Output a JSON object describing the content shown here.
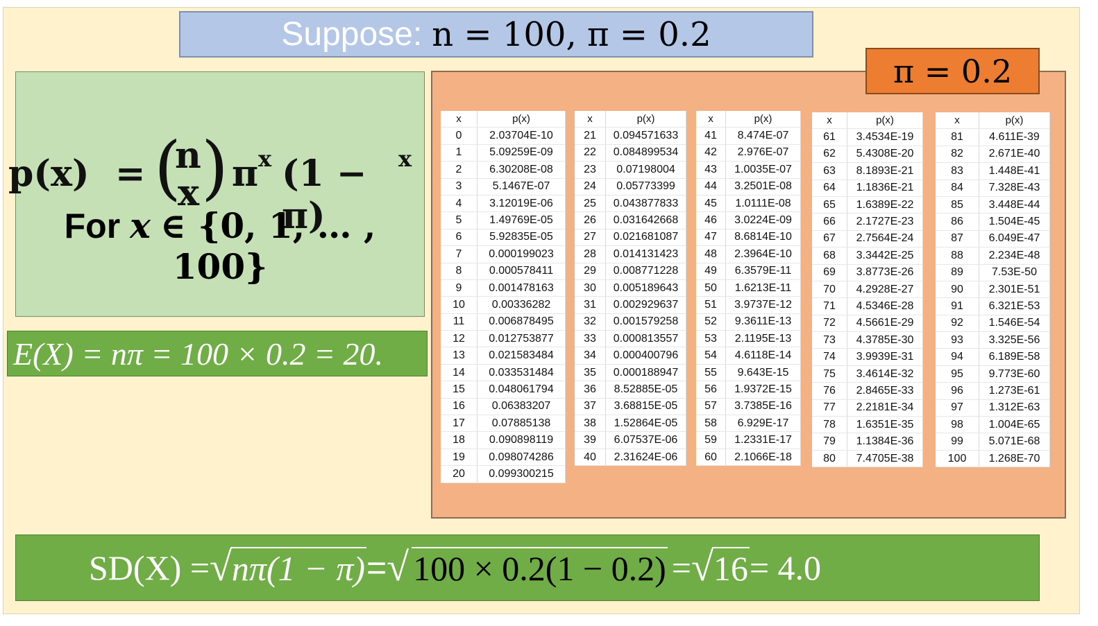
{
  "title": {
    "label": "Suppose:",
    "math": "n = 100, π = 0.2"
  },
  "pi_label": "π = 0.2",
  "formula": {
    "lhs": "p(x)",
    "eq": "=",
    "binom_top": "n",
    "binom_bottom": "x",
    "term1": "π",
    "exp1": "x",
    "term2": "(1 − π)",
    "exp2": "x",
    "domain_prefix": "For",
    "domain_var": "x",
    "domain_set": "∈ {0, 1, … , 100}"
  },
  "expected_value": "E(X)  =  nπ  =  100 × 0.2  =  20.",
  "sd": {
    "lhs": "SD(X)  = ",
    "rad1": "nπ(1 − π)",
    "eq": "=",
    "rad2": "100 × 0.2(1 − 0.2)",
    "mid": " = ",
    "rad3": "16",
    "end": " = 4.0"
  },
  "table_headers": {
    "x": "x",
    "px": "p(x)"
  },
  "tables": [
    {
      "rows": [
        [
          "0",
          "2.03704E-10"
        ],
        [
          "1",
          "5.09259E-09"
        ],
        [
          "2",
          "6.30208E-08"
        ],
        [
          "3",
          "5.1467E-07"
        ],
        [
          "4",
          "3.12019E-06"
        ],
        [
          "5",
          "1.49769E-05"
        ],
        [
          "6",
          "5.92835E-05"
        ],
        [
          "7",
          "0.000199023"
        ],
        [
          "8",
          "0.000578411"
        ],
        [
          "9",
          "0.001478163"
        ],
        [
          "10",
          "0.00336282"
        ],
        [
          "11",
          "0.006878495"
        ],
        [
          "12",
          "0.012753877"
        ],
        [
          "13",
          "0.021583484"
        ],
        [
          "14",
          "0.033531484"
        ],
        [
          "15",
          "0.048061794"
        ],
        [
          "16",
          "0.06383207"
        ],
        [
          "17",
          "0.07885138"
        ],
        [
          "18",
          "0.090898119"
        ],
        [
          "19",
          "0.098074286"
        ],
        [
          "20",
          "0.099300215"
        ]
      ]
    },
    {
      "rows": [
        [
          "21",
          "0.094571633"
        ],
        [
          "22",
          "0.084899534"
        ],
        [
          "23",
          "0.07198004"
        ],
        [
          "24",
          "0.05773399"
        ],
        [
          "25",
          "0.043877833"
        ],
        [
          "26",
          "0.031642668"
        ],
        [
          "27",
          "0.021681087"
        ],
        [
          "28",
          "0.014131423"
        ],
        [
          "29",
          "0.008771228"
        ],
        [
          "30",
          "0.005189643"
        ],
        [
          "31",
          "0.002929637"
        ],
        [
          "32",
          "0.001579258"
        ],
        [
          "33",
          "0.000813557"
        ],
        [
          "34",
          "0.000400796"
        ],
        [
          "35",
          "0.000188947"
        ],
        [
          "36",
          "8.52885E-05"
        ],
        [
          "37",
          "3.68815E-05"
        ],
        [
          "38",
          "1.52864E-05"
        ],
        [
          "39",
          "6.07537E-06"
        ],
        [
          "40",
          "2.31624E-06"
        ]
      ]
    },
    {
      "rows": [
        [
          "41",
          "8.474E-07"
        ],
        [
          "42",
          "2.976E-07"
        ],
        [
          "43",
          "1.0035E-07"
        ],
        [
          "44",
          "3.2501E-08"
        ],
        [
          "45",
          "1.0111E-08"
        ],
        [
          "46",
          "3.0224E-09"
        ],
        [
          "47",
          "8.6814E-10"
        ],
        [
          "48",
          "2.3964E-10"
        ],
        [
          "49",
          "6.3579E-11"
        ],
        [
          "50",
          "1.6213E-11"
        ],
        [
          "51",
          "3.9737E-12"
        ],
        [
          "52",
          "9.3611E-13"
        ],
        [
          "53",
          "2.1195E-13"
        ],
        [
          "54",
          "4.6118E-14"
        ],
        [
          "55",
          "9.643E-15"
        ],
        [
          "56",
          "1.9372E-15"
        ],
        [
          "57",
          "3.7385E-16"
        ],
        [
          "58",
          "6.929E-17"
        ],
        [
          "59",
          "1.2331E-17"
        ],
        [
          "60",
          "2.1066E-18"
        ]
      ]
    },
    {
      "rows": [
        [
          "61",
          "3.4534E-19"
        ],
        [
          "62",
          "5.4308E-20"
        ],
        [
          "63",
          "8.1893E-21"
        ],
        [
          "64",
          "1.1836E-21"
        ],
        [
          "65",
          "1.6389E-22"
        ],
        [
          "66",
          "2.1727E-23"
        ],
        [
          "67",
          "2.7564E-24"
        ],
        [
          "68",
          "3.3442E-25"
        ],
        [
          "69",
          "3.8773E-26"
        ],
        [
          "70",
          "4.2928E-27"
        ],
        [
          "71",
          "4.5346E-28"
        ],
        [
          "72",
          "4.5661E-29"
        ],
        [
          "73",
          "4.3785E-30"
        ],
        [
          "74",
          "3.9939E-31"
        ],
        [
          "75",
          "3.4614E-32"
        ],
        [
          "76",
          "2.8465E-33"
        ],
        [
          "77",
          "2.2181E-34"
        ],
        [
          "78",
          "1.6351E-35"
        ],
        [
          "79",
          "1.1384E-36"
        ],
        [
          "80",
          "7.4705E-38"
        ]
      ]
    },
    {
      "rows": [
        [
          "81",
          "4.611E-39"
        ],
        [
          "82",
          "2.671E-40"
        ],
        [
          "83",
          "1.448E-41"
        ],
        [
          "84",
          "7.328E-43"
        ],
        [
          "85",
          "3.448E-44"
        ],
        [
          "86",
          "1.504E-45"
        ],
        [
          "87",
          "6.049E-47"
        ],
        [
          "88",
          "2.234E-48"
        ],
        [
          "89",
          "7.53E-50"
        ],
        [
          "90",
          "2.301E-51"
        ],
        [
          "91",
          "6.321E-53"
        ],
        [
          "92",
          "1.546E-54"
        ],
        [
          "93",
          "3.325E-56"
        ],
        [
          "94",
          "6.189E-58"
        ],
        [
          "95",
          "9.773E-60"
        ],
        [
          "96",
          "1.273E-61"
        ],
        [
          "97",
          "1.312E-63"
        ],
        [
          "98",
          "1.004E-65"
        ],
        [
          "99",
          "5.071E-68"
        ],
        [
          "100",
          "1.268E-70"
        ]
      ]
    }
  ]
}
